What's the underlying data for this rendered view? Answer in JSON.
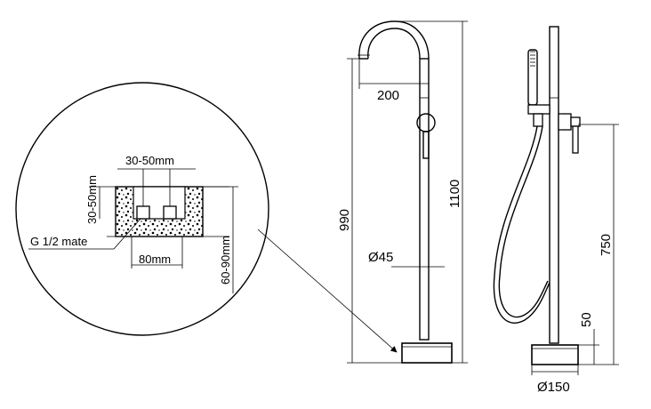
{
  "detail": {
    "width_range": "30-50mm",
    "depth_range": "30-50mm",
    "connection": "G 1/2 mate",
    "spacing": "80mm",
    "recess": "60-90mm"
  },
  "front_view": {
    "spout_reach": "200",
    "height_to_spout": "990",
    "total_height": "1100",
    "pipe_diameter": "Ø45"
  },
  "side_view": {
    "handle_height": "750",
    "base_height": "50",
    "base_diameter": "Ø150"
  }
}
